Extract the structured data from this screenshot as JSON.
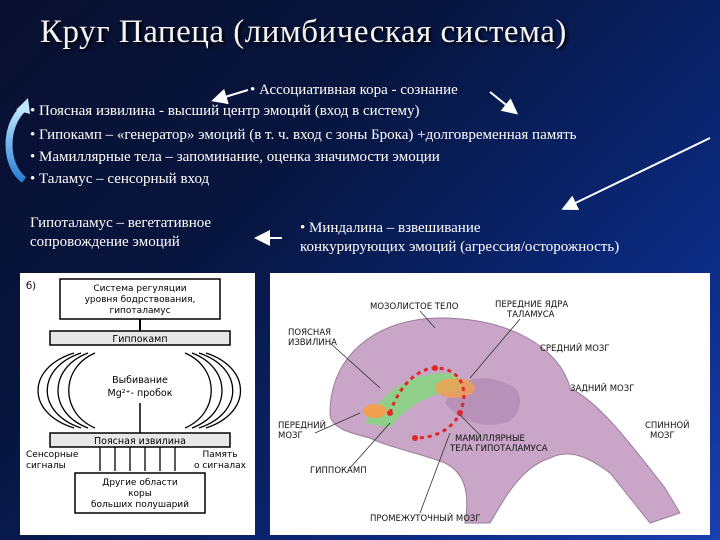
{
  "slide": {
    "title": "Круг Папеца (лимбическая система)",
    "lines": [
      "• Ассоциативная кора - сознание",
      "• Поясная извилина - высший центр эмоций (вход в систему)",
      "• Гипокамп – «генератор» эмоций (в т. ч. вход с зоны Брока) +долговременная память",
      "• Мамиллярные тела – запоминание, оценка значимости эмоции",
      "• Таламус – сенсорный вход"
    ],
    "hypothalamus": [
      "Гипоталамус – вегетативное",
      "сопровождение эмоций"
    ],
    "amygdala": [
      "• Миндалина – взвешивание",
      "конкурирующих эмоций (агрессия/осторожность)"
    ]
  },
  "flow_diagram": {
    "label": "б)",
    "regulation": [
      "Система регуляции",
      "уровня бодрствования,",
      "гипоталамус"
    ],
    "hippocampus": "Гиппокамп",
    "knockout": [
      "Выбивание",
      "Mg²⁺- пробок"
    ],
    "cingulate": "Поясная извилина",
    "sensory": [
      "Сенсорные",
      "сигналы"
    ],
    "memory": [
      "Память",
      "о сигналах"
    ],
    "cortex": [
      "Другие области",
      "коры",
      "больших полушарий"
    ]
  },
  "brain_diagram": {
    "labels": {
      "corpus_callosum": "МОЗОЛИСТОЕ ТЕЛО",
      "thalamus_nuclei": [
        "ПЕРЕДНИЕ ЯДРА",
        "ТАЛАМУСА"
      ],
      "cingulate": [
        "ПОЯСНАЯ",
        "ИЗВИЛИНА"
      ],
      "midbrain": "СРЕДНИЙ МОЗГ",
      "hindbrain": "ЗАДНИЙ МОЗГ",
      "forebrain": [
        "ПЕРЕДНИЙ",
        "МОЗГ"
      ],
      "spinal": [
        "СПИННОЙ",
        "МОЗГ"
      ],
      "hippocampus": "ГИППОКАМП",
      "mammillary": [
        "МАМИЛЛЯРНЫЕ",
        "ТЕЛА ГИПОТАЛАМУСА"
      ],
      "diencephalon": "ПРОМЕЖУТОЧНЫЙ МОЗГ"
    },
    "colors": {
      "brain": "#c9a6c8",
      "green": "#8fcf8a",
      "red": "#e02828",
      "orange": "#f0a050"
    }
  }
}
